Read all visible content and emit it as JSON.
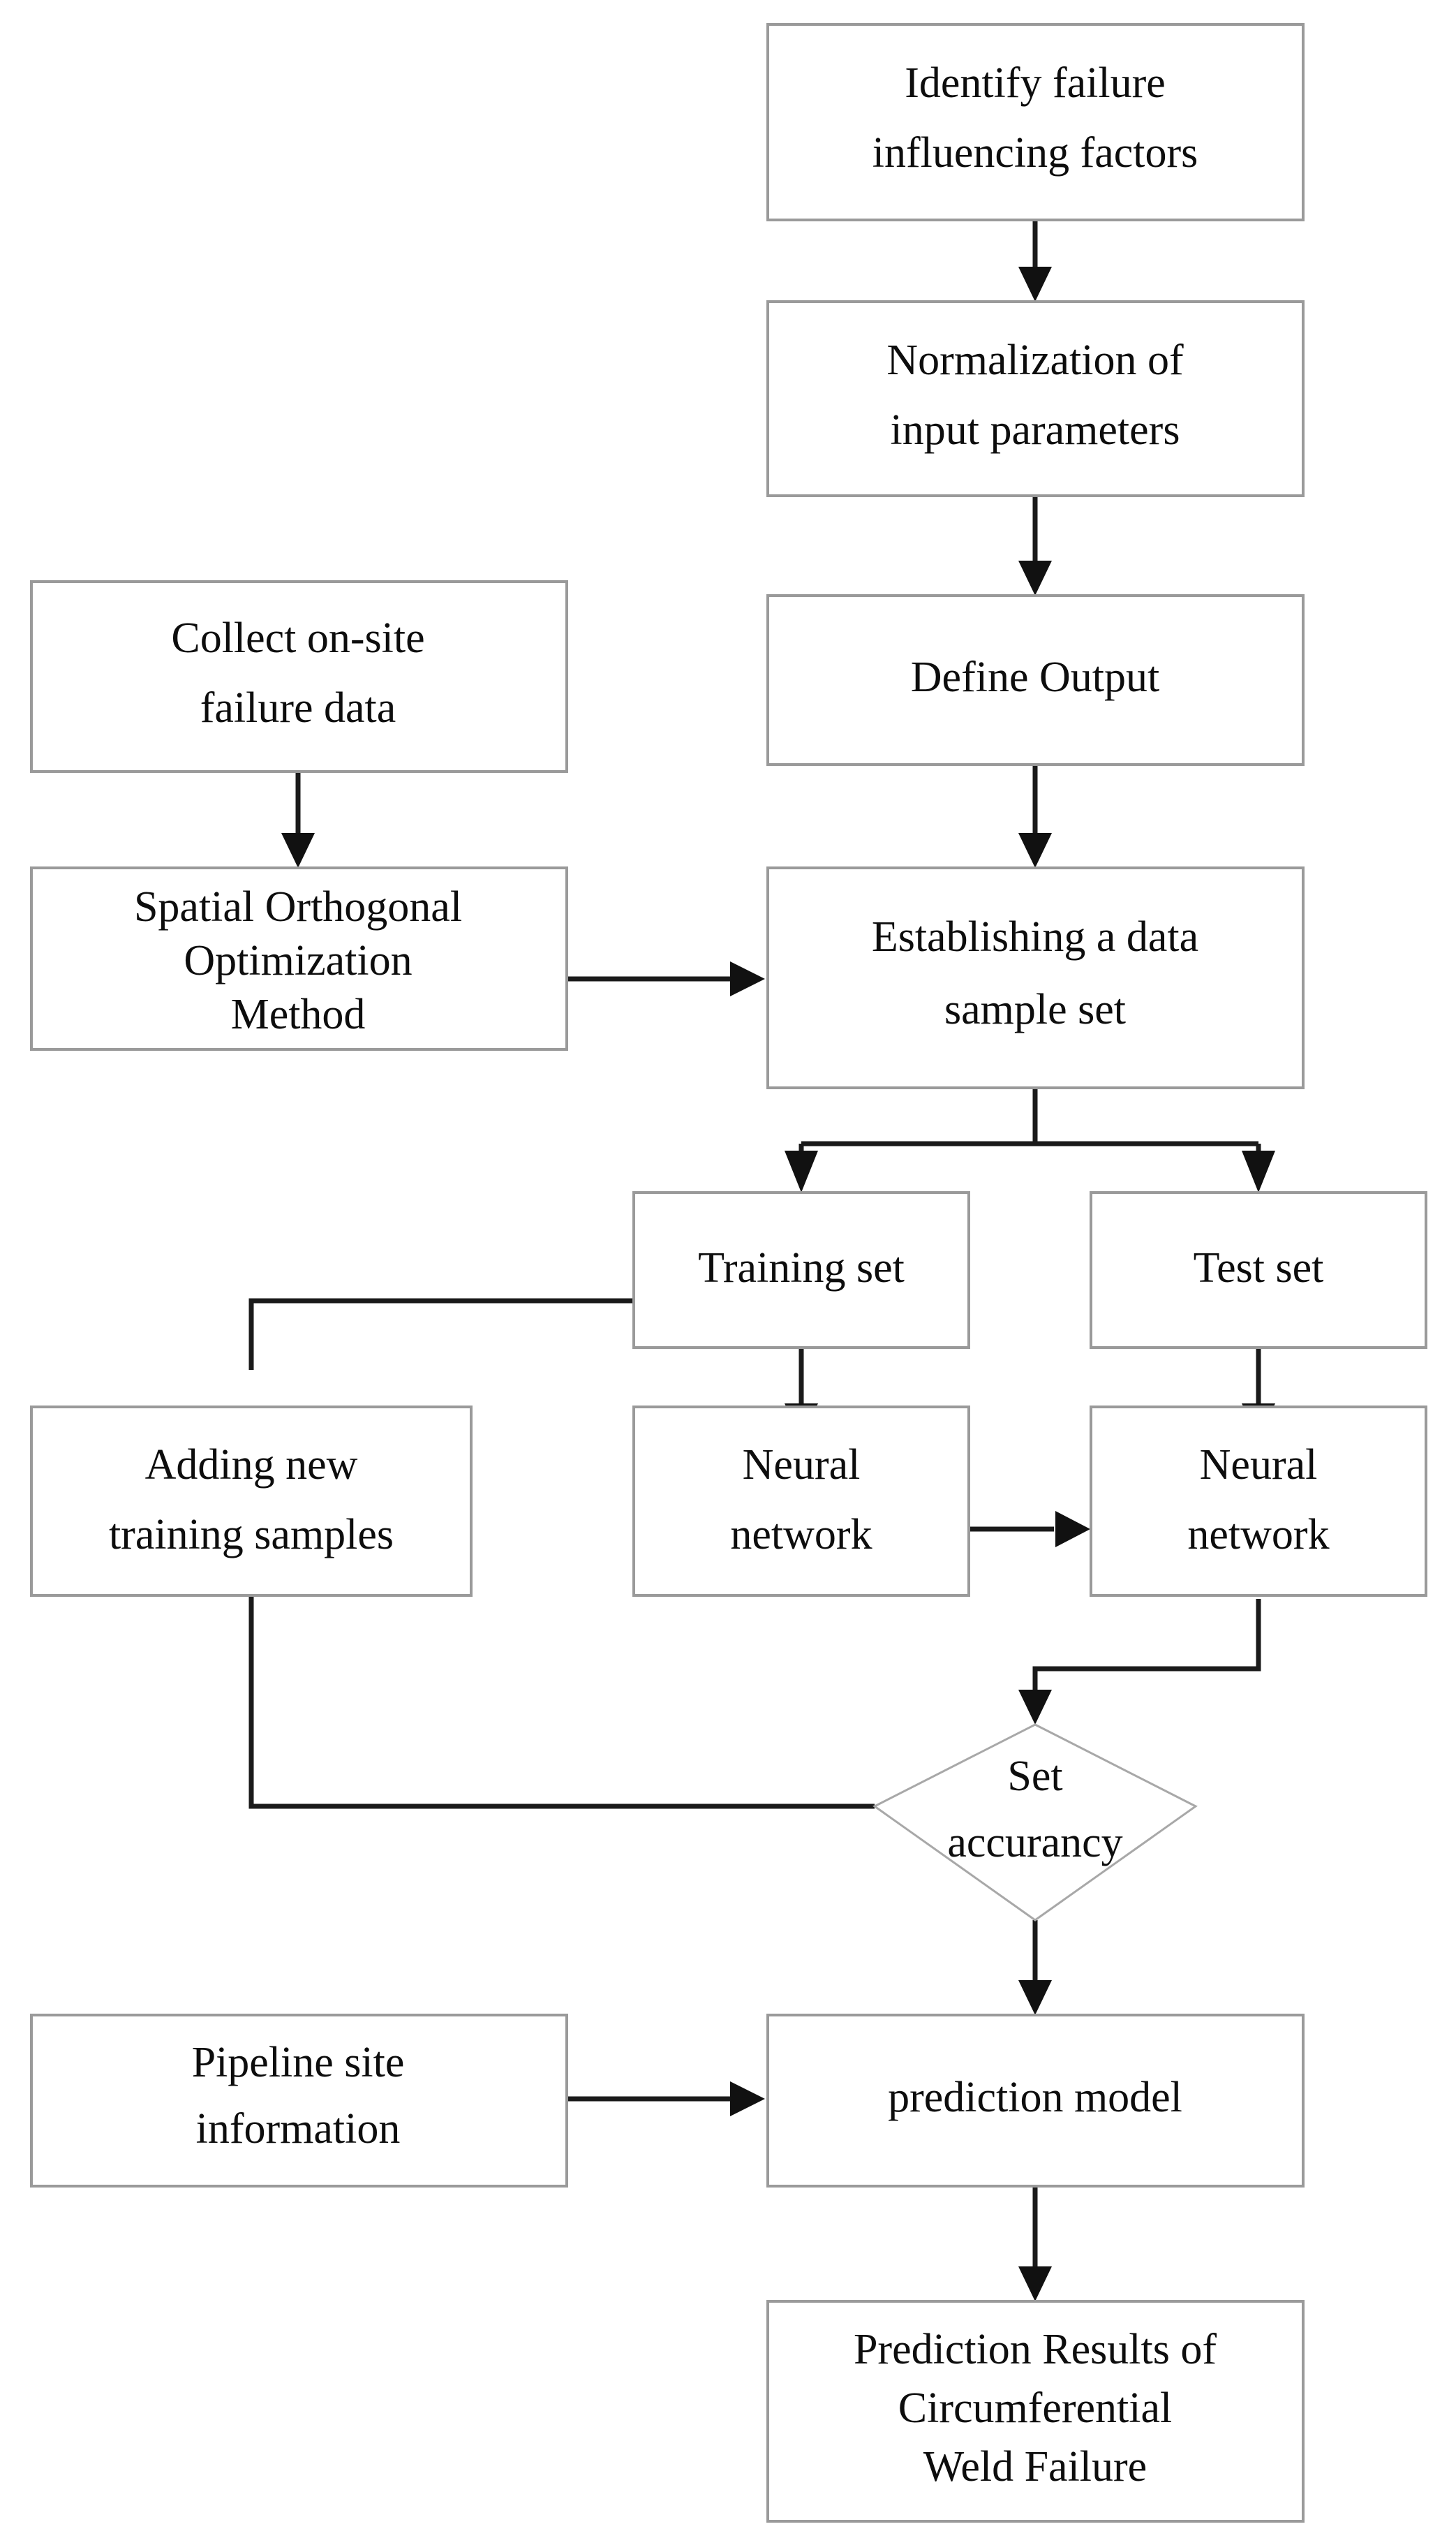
{
  "diagram": {
    "type": "flowchart",
    "title": "Circumferential weld failure prediction workflow",
    "orientation": "top-to-bottom",
    "colors": {
      "box_border": "#9a9a9a",
      "diamond_border": "#a8a8a8",
      "edge": "#1a1a1a",
      "text": "#0d0d0d",
      "background": "#ffffff"
    },
    "nodes": {
      "identify_failure_factors": {
        "shape": "rectangle",
        "lines": [
          "Identify failure",
          "influencing factors"
        ]
      },
      "normalization": {
        "shape": "rectangle",
        "lines": [
          "Normalization of",
          "input parameters"
        ]
      },
      "define_output": {
        "shape": "rectangle",
        "lines": [
          "Define Output"
        ]
      },
      "collect_failure_data": {
        "shape": "rectangle",
        "lines": [
          "Collect on-site",
          "failure data"
        ]
      },
      "spatial_orthogonal": {
        "shape": "rectangle",
        "lines": [
          "Spatial Orthogonal",
          "Optimization",
          "Method"
        ]
      },
      "establish_sample_set": {
        "shape": "rectangle",
        "lines": [
          "Establishing a data",
          "sample set"
        ]
      },
      "training_set": {
        "shape": "rectangle",
        "lines": [
          "Training set"
        ]
      },
      "test_set": {
        "shape": "rectangle",
        "lines": [
          "Test set"
        ]
      },
      "adding_new_samples": {
        "shape": "rectangle",
        "lines": [
          "Adding new",
          "training samples"
        ]
      },
      "neural_network_train": {
        "shape": "rectangle",
        "lines": [
          "Neural",
          "network"
        ]
      },
      "neural_network_test": {
        "shape": "rectangle",
        "lines": [
          "Neural",
          "network"
        ]
      },
      "set_accurancy": {
        "shape": "diamond",
        "lines": [
          "Set",
          "accurancy"
        ]
      },
      "pipeline_site_information": {
        "shape": "rectangle",
        "lines": [
          "Pipeline site",
          "information"
        ]
      },
      "prediction_model": {
        "shape": "rectangle",
        "lines": [
          "prediction model"
        ]
      },
      "prediction_results": {
        "shape": "rectangle",
        "lines": [
          "Prediction Results of",
          "Circumferential",
          "Weld Failure"
        ]
      }
    },
    "edges": [
      {
        "from": "identify_failure_factors",
        "to": "normalization",
        "arrow": true
      },
      {
        "from": "normalization",
        "to": "define_output",
        "arrow": true
      },
      {
        "from": "define_output",
        "to": "establish_sample_set",
        "arrow": true
      },
      {
        "from": "collect_failure_data",
        "to": "spatial_orthogonal",
        "arrow": true
      },
      {
        "from": "spatial_orthogonal",
        "to": "establish_sample_set",
        "arrow": true
      },
      {
        "from": "establish_sample_set",
        "to": "training_set",
        "arrow": true
      },
      {
        "from": "establish_sample_set",
        "to": "test_set",
        "arrow": true
      },
      {
        "from": "training_set",
        "to": "neural_network_train",
        "arrow": true
      },
      {
        "from": "test_set",
        "to": "neural_network_test",
        "arrow": true
      },
      {
        "from": "neural_network_train",
        "to": "neural_network_test",
        "arrow": true
      },
      {
        "from": "neural_network_test",
        "to": "set_accurancy",
        "arrow": true
      },
      {
        "from": "set_accurancy",
        "to": "adding_new_samples",
        "arrow": true
      },
      {
        "from": "adding_new_samples",
        "to": "training_set",
        "arrow": true
      },
      {
        "from": "set_accurancy",
        "to": "prediction_model",
        "arrow": true
      },
      {
        "from": "pipeline_site_information",
        "to": "prediction_model",
        "arrow": true
      },
      {
        "from": "prediction_model",
        "to": "prediction_results",
        "arrow": true
      }
    ]
  }
}
